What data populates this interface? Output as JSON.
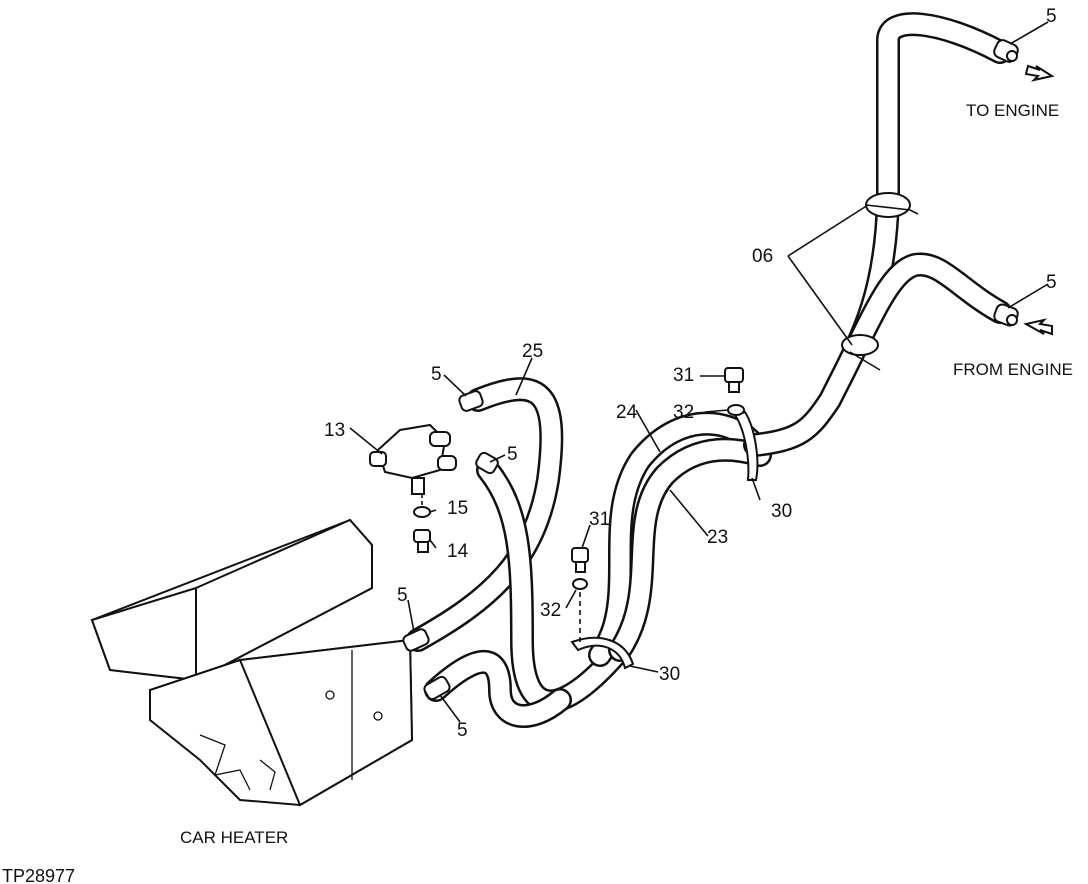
{
  "figure_id": "TP28977",
  "captions": {
    "to_engine": "TO ENGINE",
    "from_engine": "FROM ENGINE",
    "car_heater": "CAR HEATER"
  },
  "callouts": {
    "c5_top": "5",
    "c5_mid": "5",
    "c06": "06",
    "c25": "25",
    "c5_valve_top": "5",
    "c5_valve_right": "5",
    "c13": "13",
    "c15": "15",
    "c14": "14",
    "c31_top": "31",
    "c32_top": "32",
    "c24": "24",
    "c30_top": "30",
    "c23": "23",
    "c31_mid": "31",
    "c32_mid": "32",
    "c5_lower_left": "5",
    "c5_bottom": "5",
    "c30_bottom": "30"
  }
}
